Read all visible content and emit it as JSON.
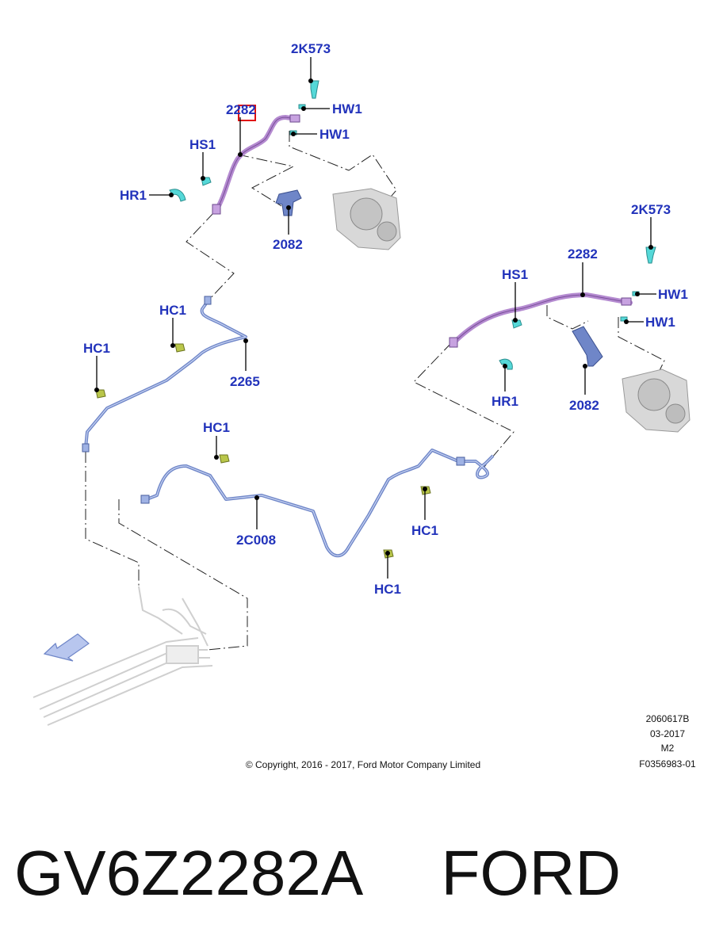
{
  "callouts": {
    "top_2k573": "2K573",
    "top_2282": "2282",
    "top_hw1_a": "HW1",
    "top_hw1_b": "HW1",
    "top_hs1": "HS1",
    "top_hr1": "HR1",
    "top_2082": "2082",
    "right_2k573": "2K573",
    "right_2282": "2282",
    "right_hs1": "HS1",
    "right_hw1_a": "HW1",
    "right_hw1_b": "HW1",
    "right_hr1": "HR1",
    "right_2082": "2082",
    "left_hc1_a": "HC1",
    "left_hc1_b": "HC1",
    "left_2265": "2265",
    "mid_hc1_a": "HC1",
    "mid_2c008": "2C008",
    "mid_hc1_b": "HC1",
    "mid_hc1_c": "HC1"
  },
  "meta": {
    "code": "2060617B",
    "date": "03-2017",
    "rev": "M2",
    "figure": "F0356983-01",
    "copyright": "© Copyright, 2016 - 2017, Ford Motor Company Limited"
  },
  "footer": {
    "part_number": "GV6Z2282A",
    "brand": "FORD"
  },
  "colors": {
    "callout": "#2233bb",
    "hose": "#b48ad0",
    "brake_line": "#6f86c8",
    "clip_cyan": "#55d8d8",
    "clip_olive": "#b9c64a",
    "highlight": "#e01010"
  }
}
